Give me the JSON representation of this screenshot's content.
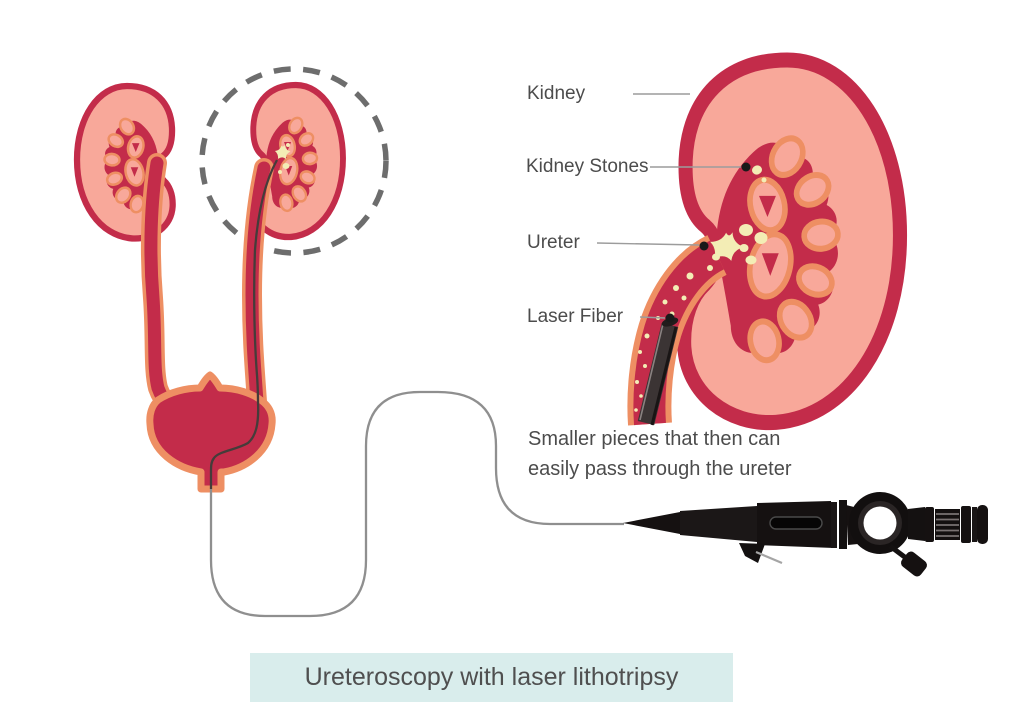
{
  "title": {
    "banner": "Ureteroscopy with laser lithotripsy"
  },
  "annotations": {
    "kidney": "Kidney",
    "kidney_stones": "Kidney Stones",
    "ureter": "Ureter",
    "laser_fiber": "Laser Fiber"
  },
  "caption": {
    "line1": "Smaller pieces that then can",
    "line2": "easily pass through the ureter"
  },
  "colors": {
    "background": "#ffffff",
    "organ_outline": "#c32c4a",
    "organ_fill": "#f8a89a",
    "duct_outline": "#ee8f63",
    "stone": "#f3edb5",
    "annotation_ink": "#4c4c4c",
    "leader_line": "#9c9c9c",
    "leader_dot": "#1a1a1a",
    "cable": "#8f8f8f",
    "laser_fiber_line": "#453c3a",
    "scope_black": "#151111",
    "dashed_circle": "#6d6d6d",
    "title_background": "#d9edec"
  }
}
